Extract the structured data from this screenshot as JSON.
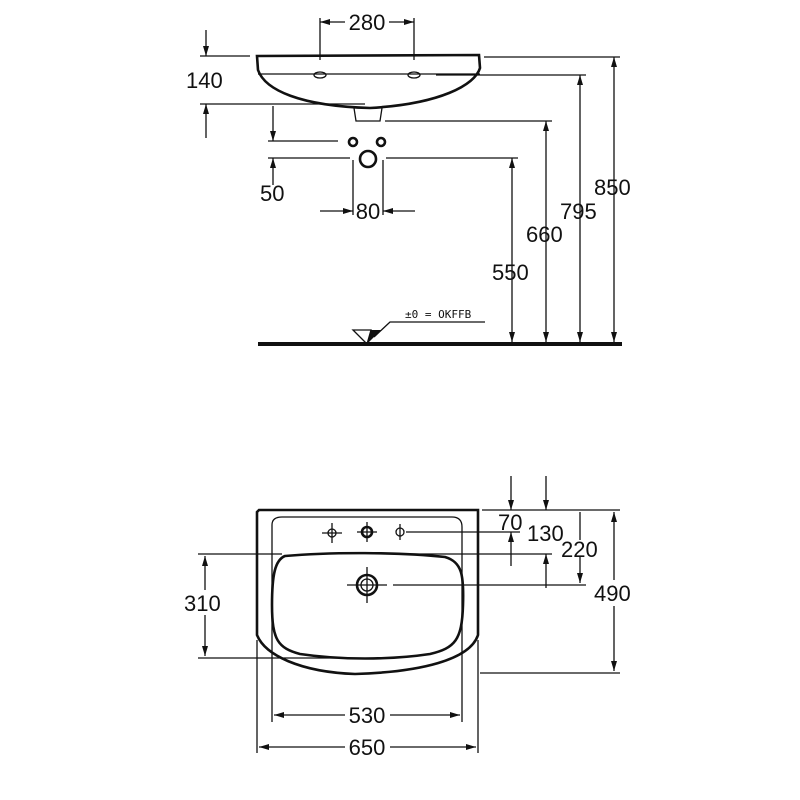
{
  "side_view": {
    "dimensions": {
      "tap_spacing": "280",
      "rim_depth": "140",
      "valve_offset": "50",
      "valve_spacing": "80",
      "waste_height": "550",
      "trap_height": "660",
      "tap_height": "795",
      "rim_height": "850"
    },
    "floor_note": "±0 = OKFFB"
  },
  "top_view": {
    "dimensions": {
      "tap_row_offset": "70",
      "bowl_offset": "130",
      "drain_offset": "220",
      "bowl_depth": "310",
      "overall_depth": "490",
      "bowl_width": "530",
      "overall_width": "650"
    }
  }
}
